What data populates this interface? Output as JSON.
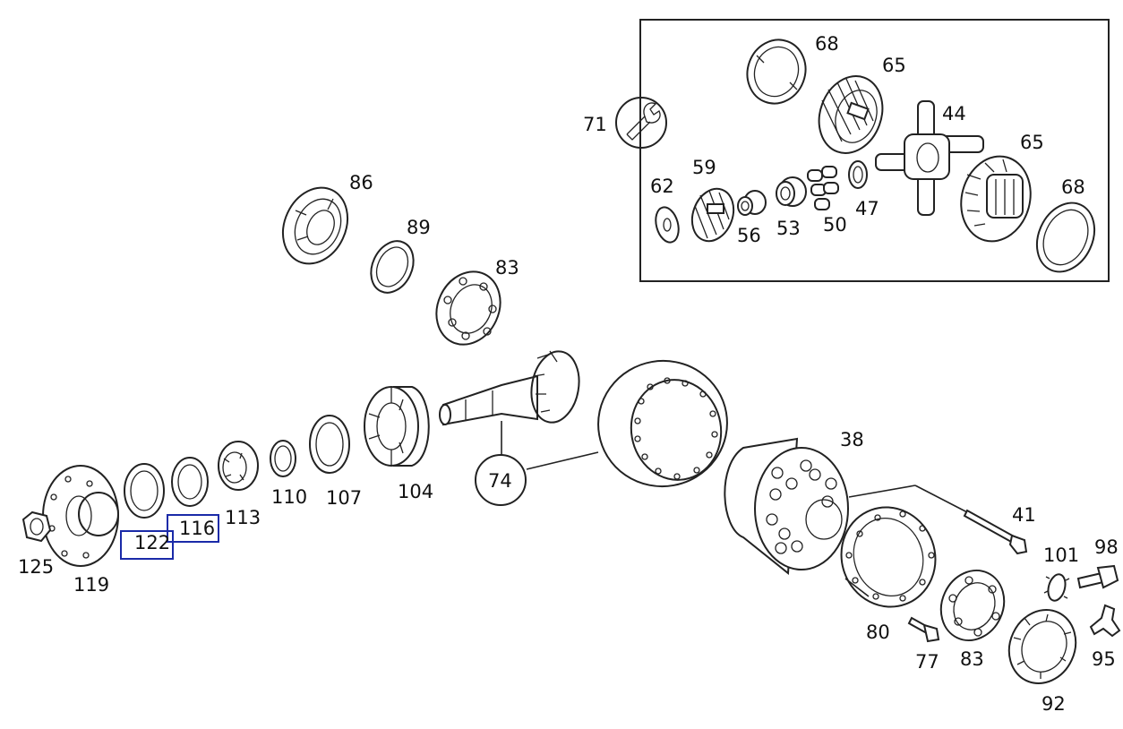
{
  "parts": {
    "p68a": "68",
    "p65a": "65",
    "p44": "44",
    "p71": "71",
    "p65b": "65",
    "p59": "59",
    "p62": "62",
    "p56": "56",
    "p53": "53",
    "p50": "50",
    "p47": "47",
    "p68b": "68",
    "p86": "86",
    "p89": "89",
    "p83a": "83",
    "p74": "74",
    "p104": "104",
    "p107": "107",
    "p110": "110",
    "p113": "113",
    "p116": "116",
    "p122": "122",
    "p125": "125",
    "p119": "119",
    "p38": "38",
    "p41": "41",
    "p101": "101",
    "p98": "98",
    "p80": "80",
    "p77": "77",
    "p83b": "83",
    "p95": "95",
    "p92": "92"
  },
  "colors": {
    "line": "#222222",
    "highlight": "#1a2aa8",
    "background": "#ffffff"
  },
  "icons": {
    "tool": "wrench-icon"
  }
}
